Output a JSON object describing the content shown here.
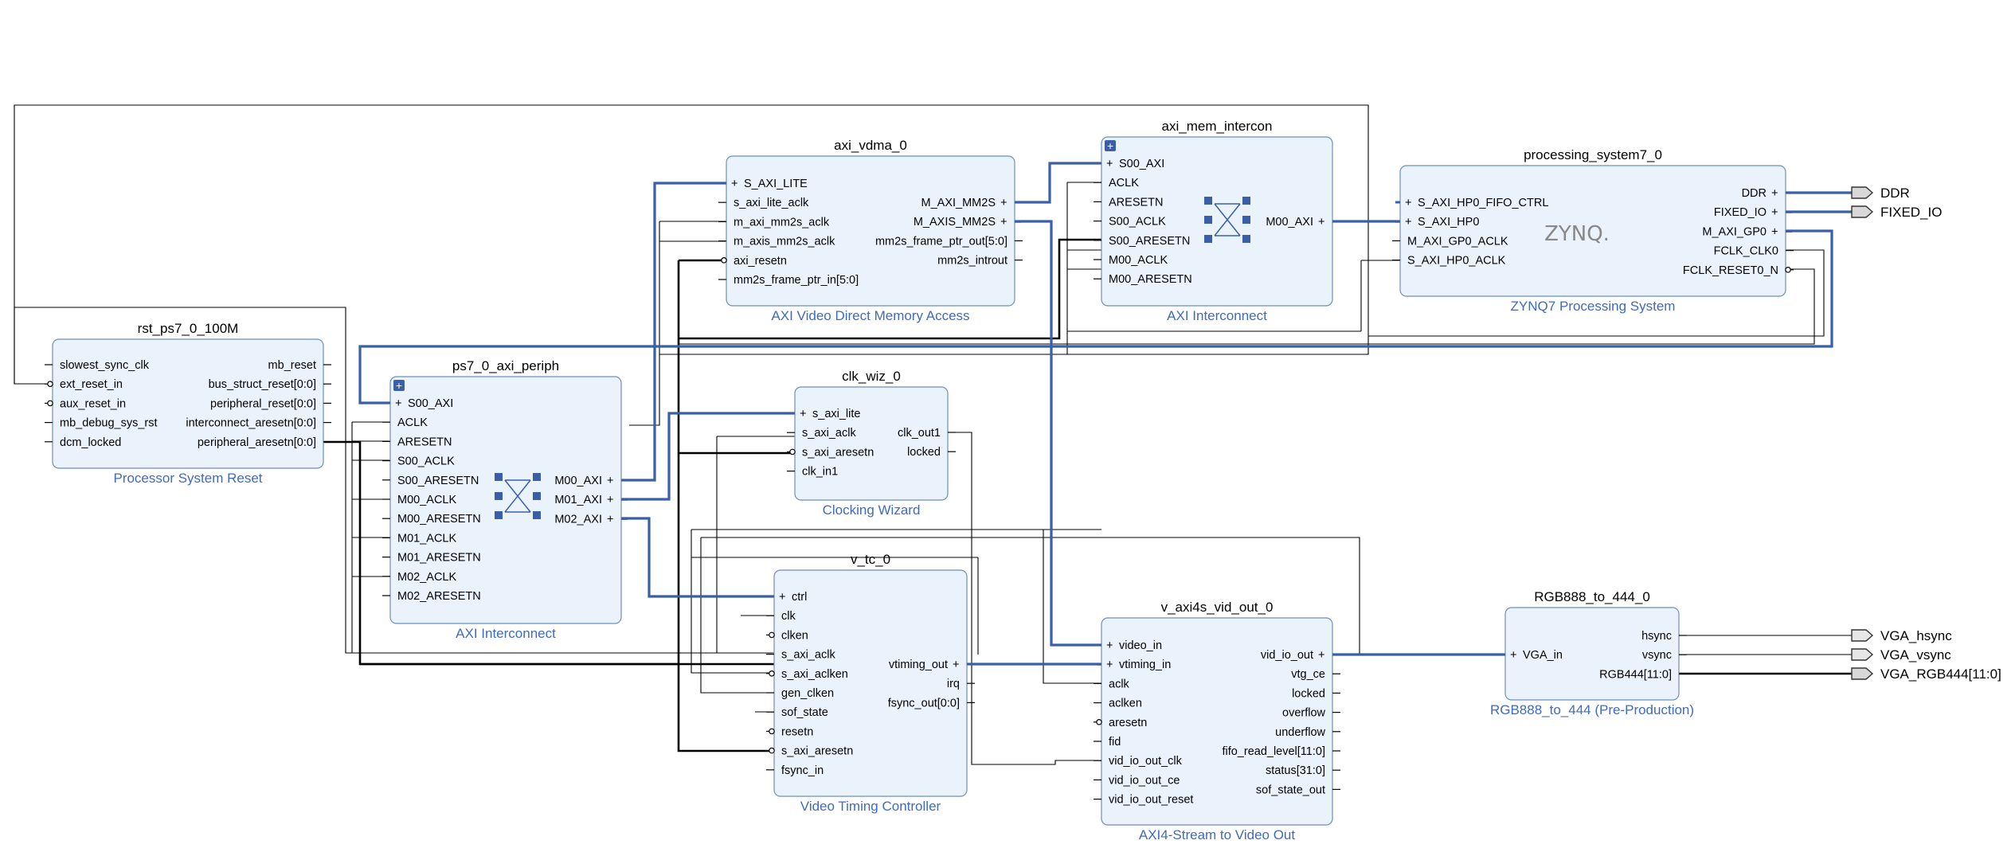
{
  "colors": {
    "block_fill": "#eaf3fc",
    "block_stroke": "#6e8fbd",
    "bus": "#3a5fa8",
    "wire": "#000000",
    "caption": "#3f6bbf"
  },
  "blocks": [
    {
      "id": "rst",
      "name": "rst_ps7_0_100M",
      "subtitle": "Processor System Reset",
      "left": [
        "slowest_sync_clk",
        "ext_reset_in",
        "aux_reset_in",
        "mb_debug_sys_rst",
        "dcm_locked"
      ],
      "right": [
        "mb_reset",
        "bus_struct_reset[0:0]",
        "peripheral_reset[0:0]",
        "interconnect_aresetn[0:0]",
        "peripheral_aresetn[0:0]"
      ]
    },
    {
      "id": "periph",
      "name": "ps7_0_axi_periph",
      "subtitle": "AXI Interconnect",
      "left": [
        "S00_AXI",
        "ACLK",
        "ARESETN",
        "S00_ACLK",
        "S00_ARESETN",
        "M00_ACLK",
        "M00_ARESETN",
        "M01_ACLK",
        "M01_ARESETN",
        "M02_ACLK",
        "M02_ARESETN"
      ],
      "right": [
        "M00_AXI",
        "M01_AXI",
        "M02_AXI"
      ]
    },
    {
      "id": "vdma",
      "name": "axi_vdma_0",
      "subtitle": "AXI Video Direct Memory Access",
      "left": [
        "S_AXI_LITE",
        "s_axi_lite_aclk",
        "m_axi_mm2s_aclk",
        "m_axis_mm2s_aclk",
        "axi_resetn",
        "mm2s_frame_ptr_in[5:0]"
      ],
      "right": [
        "M_AXI_MM2S",
        "M_AXIS_MM2S",
        "mm2s_frame_ptr_out[5:0]",
        "mm2s_introut"
      ]
    },
    {
      "id": "mem",
      "name": "axi_mem_intercon",
      "subtitle": "AXI Interconnect",
      "left": [
        "S00_AXI",
        "ACLK",
        "ARESETN",
        "S00_ACLK",
        "S00_ARESETN",
        "M00_ACLK",
        "M00_ARESETN"
      ],
      "right": [
        "M00_AXI"
      ]
    },
    {
      "id": "ps7",
      "name": "processing_system7_0",
      "subtitle": "ZYNQ7 Processing System",
      "logo": "ZYNQ.",
      "left": [
        "S_AXI_HP0_FIFO_CTRL",
        "S_AXI_HP0",
        "M_AXI_GP0_ACLK",
        "S_AXI_HP0_ACLK"
      ],
      "right": [
        "DDR",
        "FIXED_IO",
        "M_AXI_GP0",
        "FCLK_CLK0",
        "FCLK_RESET0_N"
      ]
    },
    {
      "id": "clk",
      "name": "clk_wiz_0",
      "subtitle": "Clocking Wizard",
      "left": [
        "s_axi_lite",
        "s_axi_aclk",
        "s_axi_aresetn",
        "clk_in1"
      ],
      "right": [
        "clk_out1",
        "locked"
      ]
    },
    {
      "id": "vtc",
      "name": "v_tc_0",
      "subtitle": "Video Timing Controller",
      "left": [
        "ctrl",
        "clk",
        "clken",
        "s_axi_aclk",
        "s_axi_aclken",
        "gen_clken",
        "sof_state",
        "resetn",
        "s_axi_aresetn",
        "fsync_in"
      ],
      "right": [
        "vtiming_out",
        "irq",
        "fsync_out[0:0]"
      ]
    },
    {
      "id": "vout",
      "name": "v_axi4s_vid_out_0",
      "subtitle": "AXI4-Stream to Video Out",
      "left": [
        "video_in",
        "vtiming_in",
        "aclk",
        "aclken",
        "aresetn",
        "fid",
        "vid_io_out_clk",
        "vid_io_out_ce",
        "vid_io_out_reset"
      ],
      "right": [
        "vid_io_out",
        "vtg_ce",
        "locked",
        "overflow",
        "underflow",
        "fifo_read_level[11:0]",
        "status[31:0]",
        "sof_state_out"
      ]
    },
    {
      "id": "rgb",
      "name": "RGB888_to_444_0",
      "subtitle": "RGB888_to_444 (Pre-Production)",
      "left": [
        "VGA_in"
      ],
      "right": [
        "hsync",
        "vsync",
        "RGB444[11:0]"
      ]
    }
  ],
  "external_ports": [
    "DDR",
    "FIXED_IO",
    "VGA_hsync",
    "VGA_vsync",
    "VGA_RGB444[11:0]"
  ]
}
